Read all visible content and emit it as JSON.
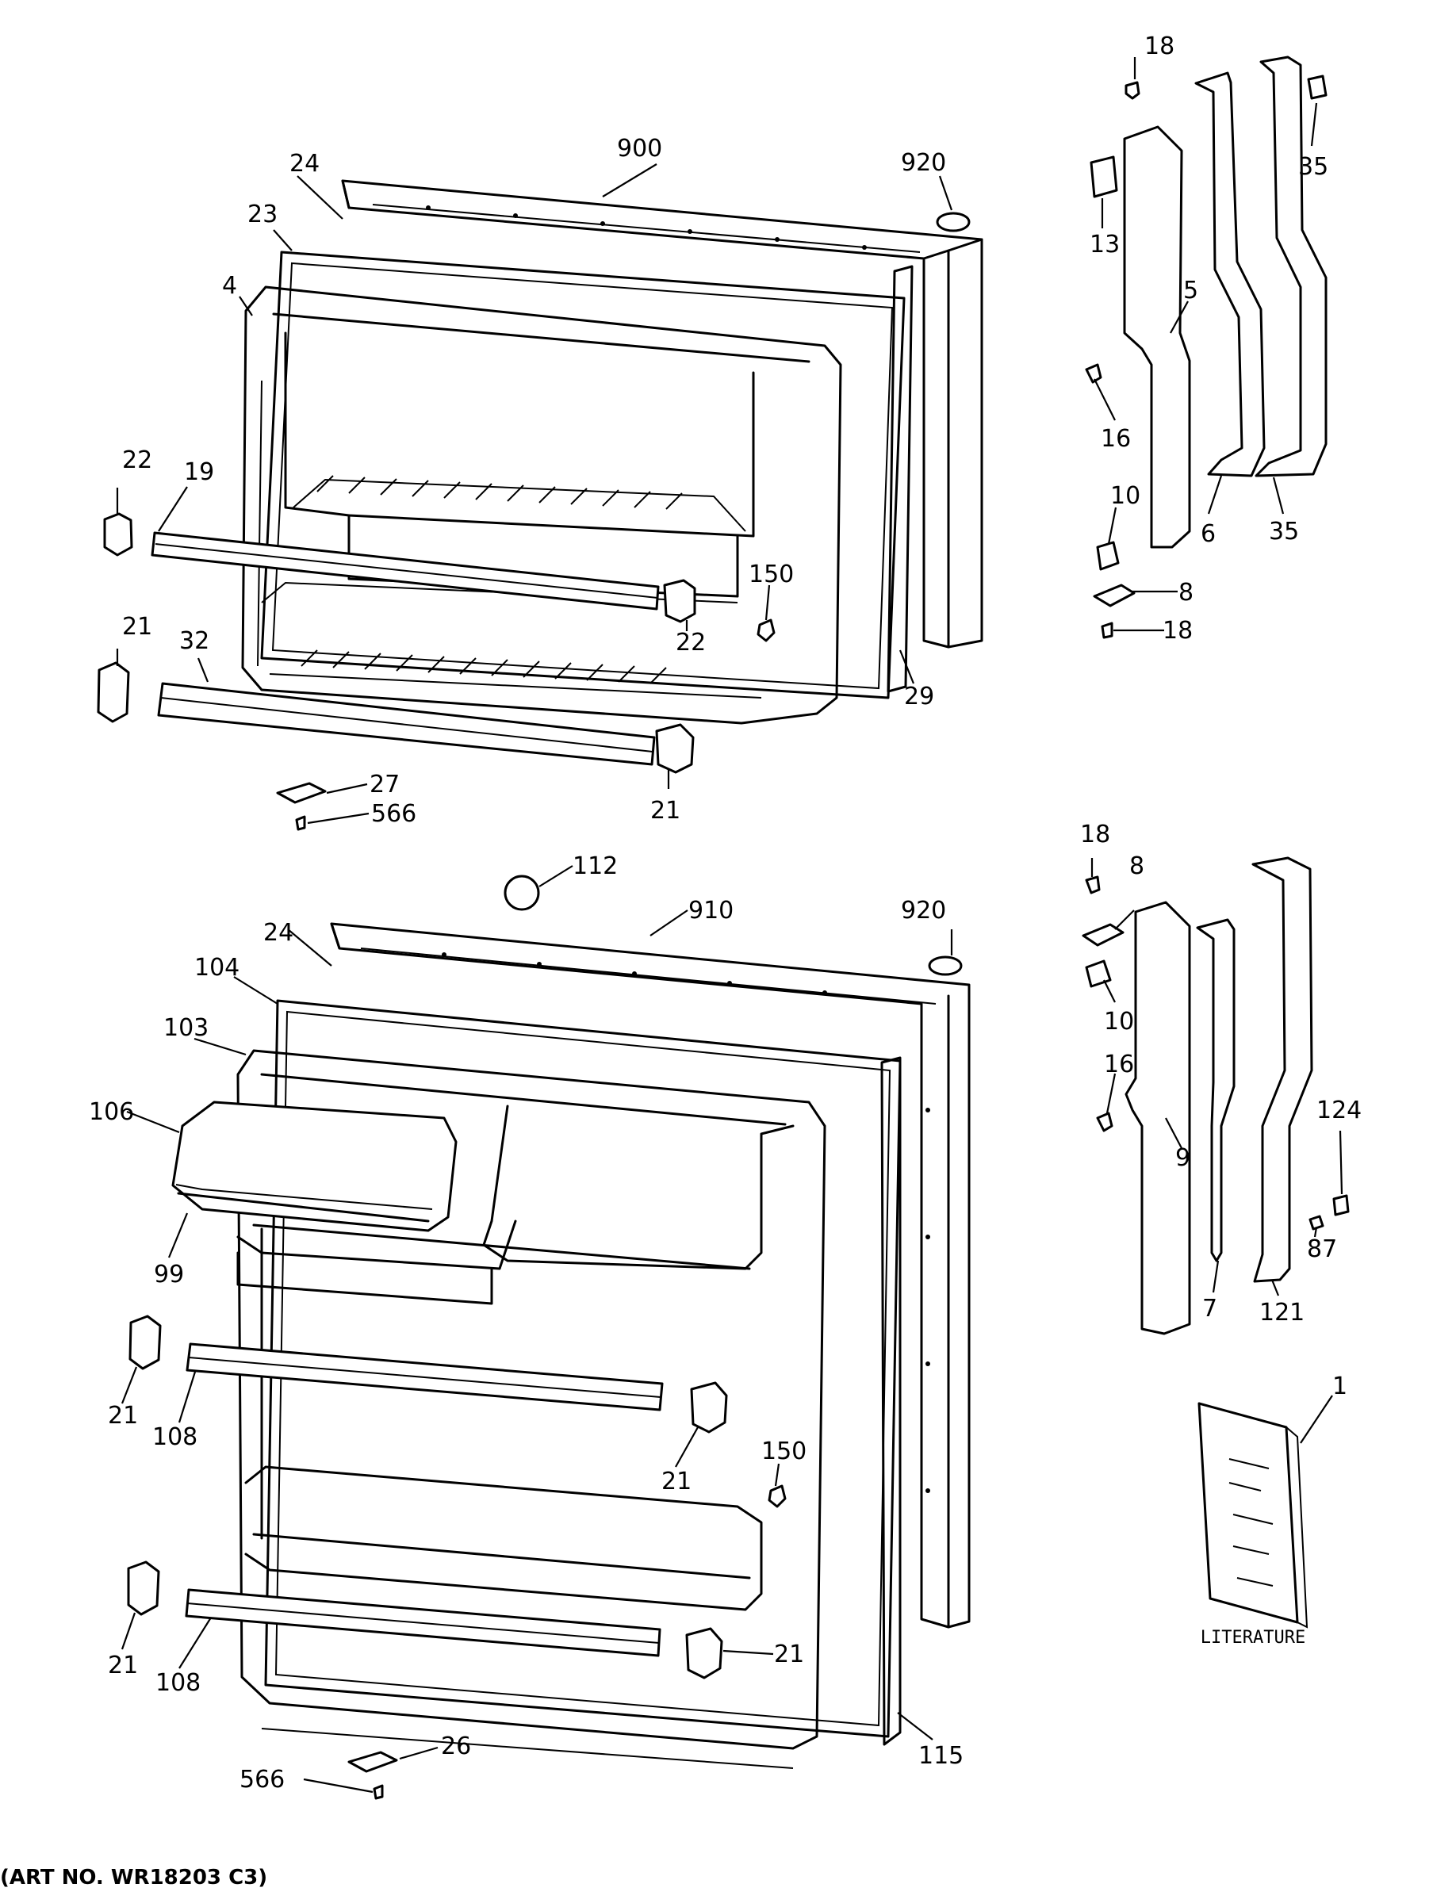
{
  "caption": "(ART NO. WR18203 C3)",
  "literature_label": "LITERATURE",
  "callouts": {
    "upper": {
      "c18a": "18",
      "c900": "900",
      "c920": "920",
      "c24": "24",
      "c35a": "35",
      "c23": "23",
      "c13": "13",
      "c4": "4",
      "c5": "5",
      "c16": "16",
      "c22a": "22",
      "c19": "19",
      "c10": "10",
      "c6": "6",
      "c35b": "35",
      "c150": "150",
      "c8": "8",
      "c21a": "21",
      "c18b": "18",
      "c32": "32",
      "c22b": "22",
      "c29": "29",
      "c27": "27",
      "c566": "566",
      "c21b": "21"
    },
    "lower": {
      "c18": "18",
      "c8": "8",
      "c112": "112",
      "c910": "910",
      "c920": "920",
      "c24": "24",
      "c104": "104",
      "c10": "10",
      "c103": "103",
      "c16": "16",
      "c106": "106",
      "c9": "9",
      "c124": "124",
      "c87": "87",
      "c99": "99",
      "c7": "7",
      "c121": "121",
      "c21a": "21",
      "c108a": "108",
      "c150": "150",
      "c21b": "21",
      "c1": "1",
      "c21c": "21",
      "c21d": "21",
      "c108b": "108",
      "c115": "115",
      "c26": "26",
      "c566": "566"
    }
  }
}
